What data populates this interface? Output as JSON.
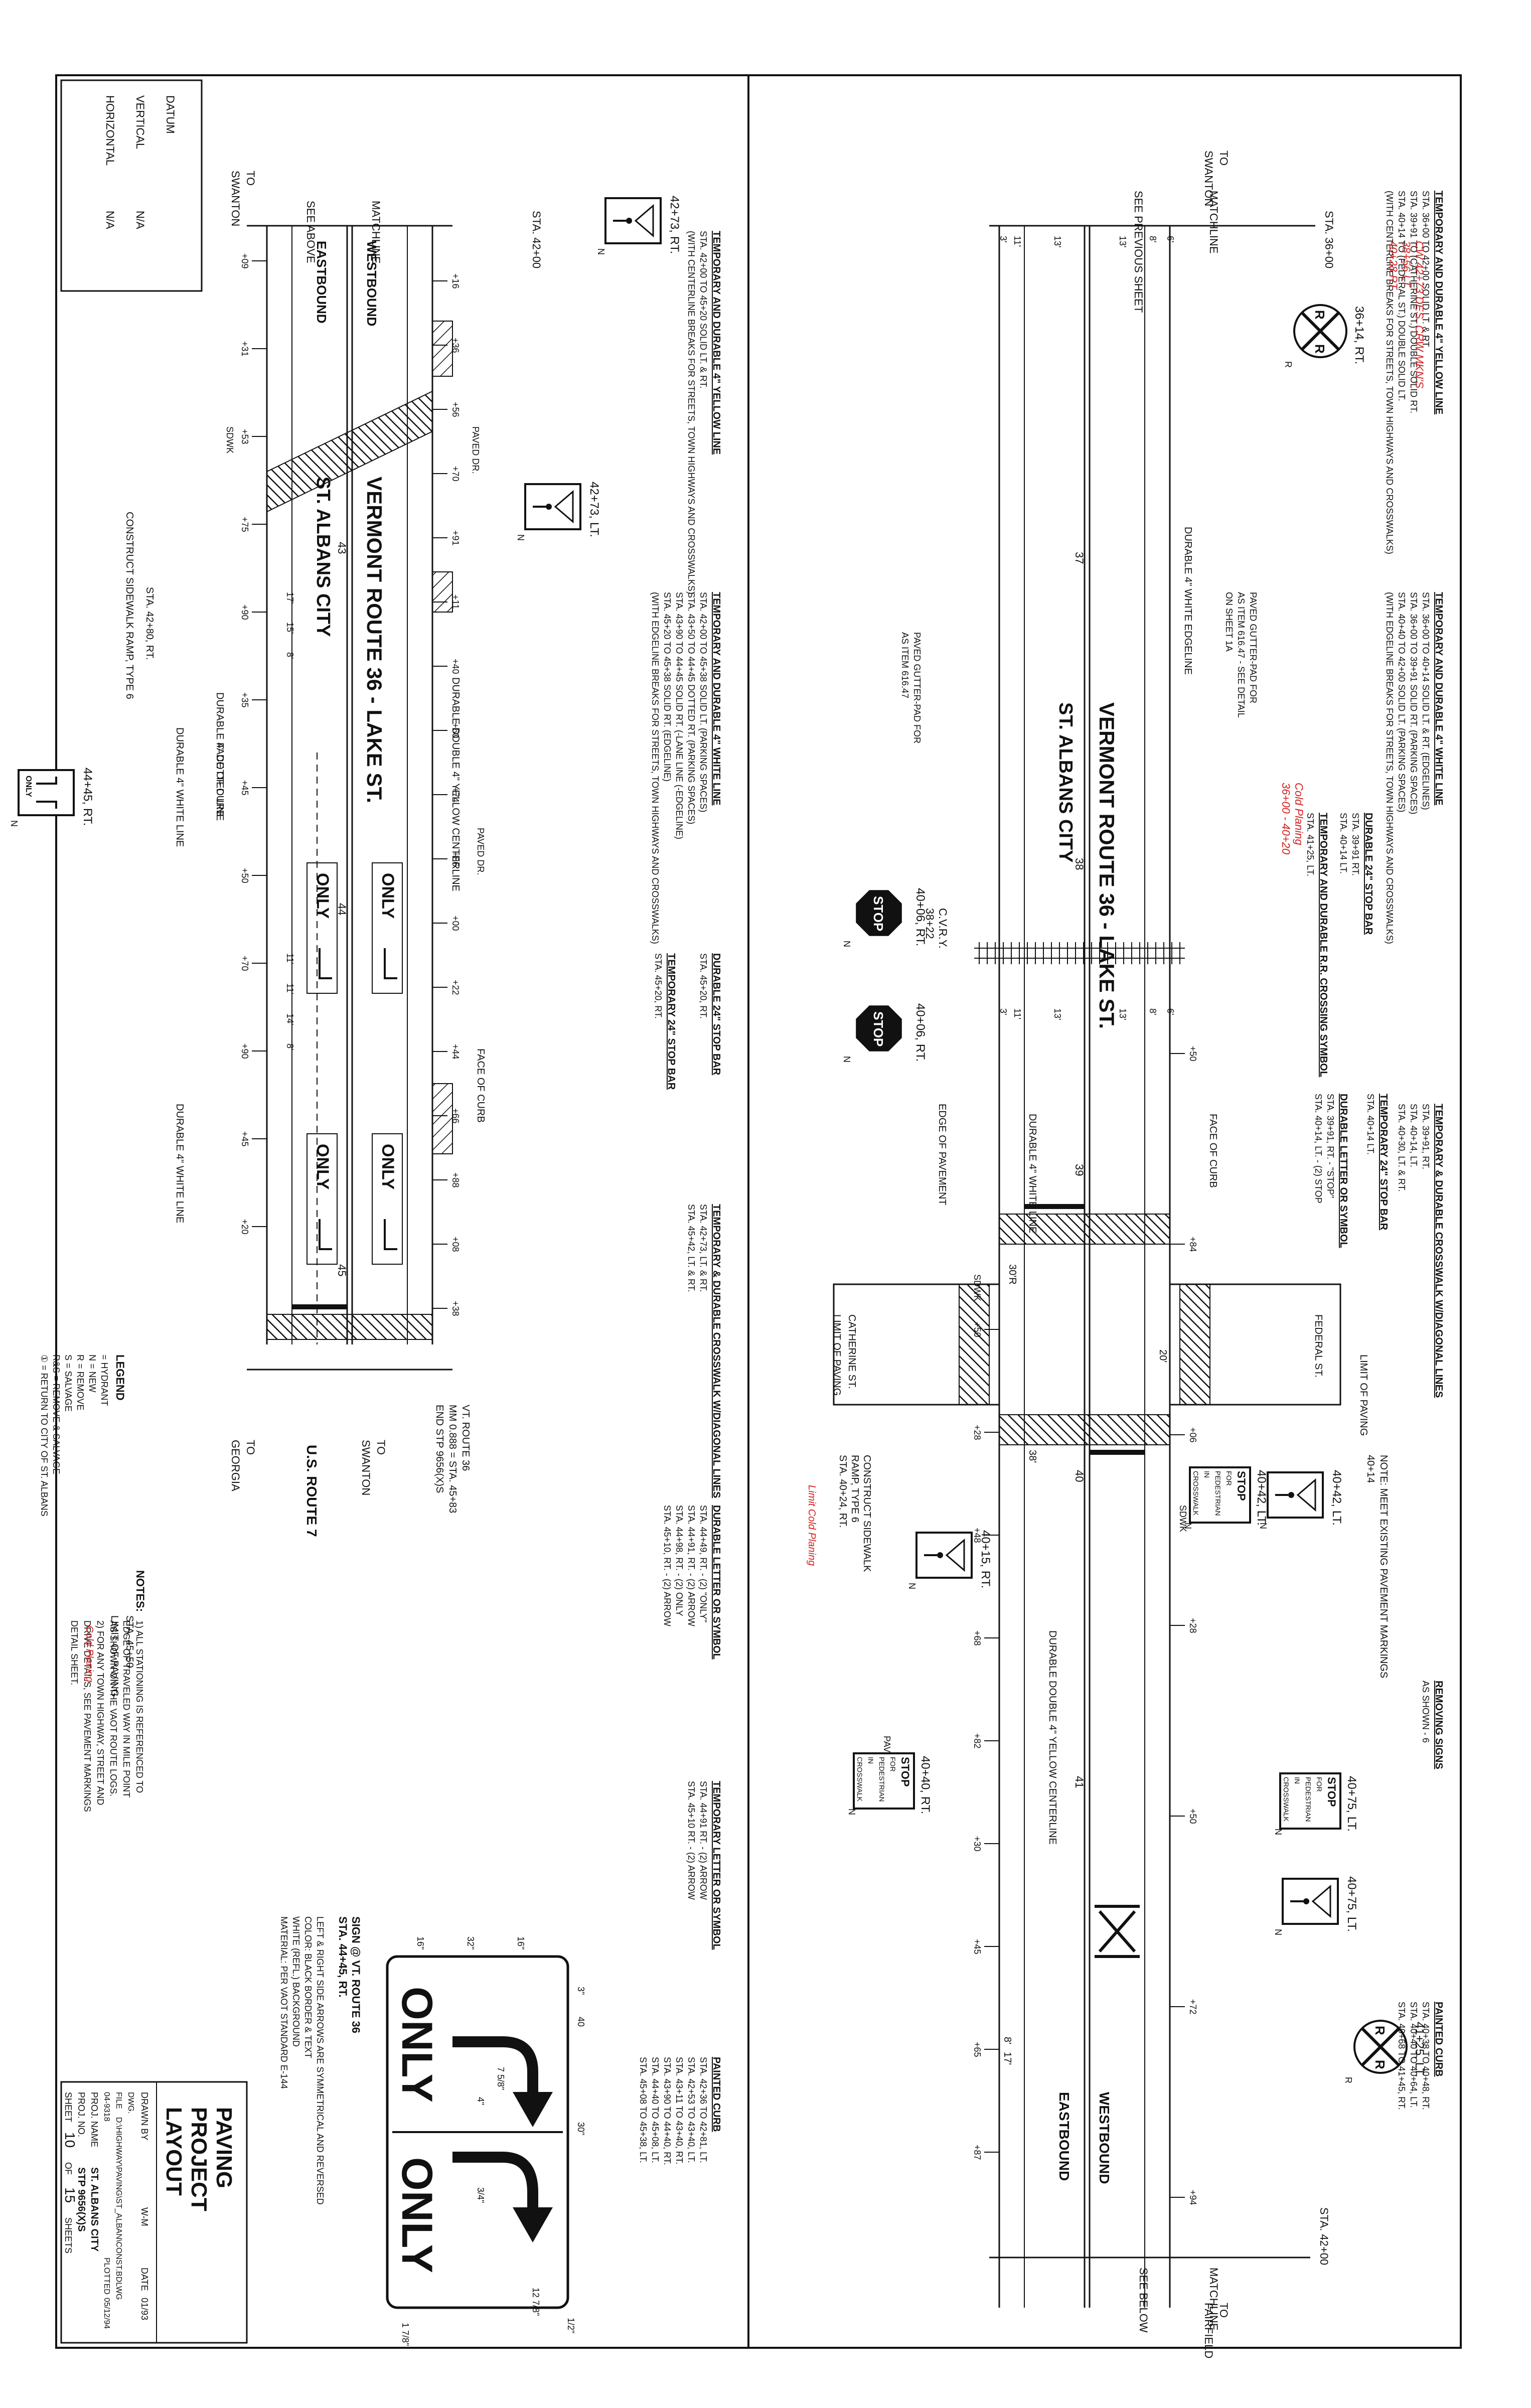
{
  "title_block": {
    "title": [
      "PAVING",
      "PROJECT",
      "LAYOUT"
    ],
    "drawn_by_label": "DRAWN BY",
    "drawn_by_value": "W-M",
    "date_label": "DATE",
    "date_value": "01/93",
    "file_label": "FILE",
    "file_value": "D:\\HIGHWAY\\PAVING\\ST_ALBAN\\CONST.BDLWG",
    "dwg_label": "DWG.",
    "plotted_label": "PLOTTED",
    "plotted_value": "05/12/94",
    "ref_value": "04-9318",
    "proj_name_label": "PROJ. NAME",
    "proj_name_value": "ST. ALBANS CITY",
    "proj_no_label": "PROJ. NO.",
    "proj_no_value": "STP 9656(X)S",
    "sheet_label": "SHEET",
    "sheet_num": "10",
    "of_label": "OF",
    "sheet_total": "15",
    "sheets_label": "SHEETS"
  },
  "datum": {
    "label": "DATUM",
    "vertical_label": "VERTICAL",
    "vertical_value": "N/A",
    "horizontal_label": "HORIZONTAL",
    "horizontal_value": "N/A"
  },
  "legend": {
    "title": "LEGEND",
    "items": [
      "= HYDRANT",
      "N = NEW",
      "R = REMOVE",
      "S = SALVAGE",
      "R&S = REMOVE & SALVAGE",
      "① = RETURN TO CITY OF ST. ALBANS"
    ]
  },
  "notes": {
    "title": "NOTES:",
    "lines": [
      "1) ALL STATIONING IS REFERENCED TO",
      "EDGE OF TRAVELED WAY IN MILE POINT",
      "AS SHOWN ON THE VAOT ROUTE LOGS.",
      "2) FOR ANY TOWN HIGHWAY, STREET AND",
      "DRIVE DETAILS, SEE PAVEMENT MARKINGS",
      "DETAIL SHEET."
    ]
  },
  "top_panel": {
    "road_name": "VERMONT ROUTE 36 - LAKE ST.",
    "city": "ST. ALBANS CITY",
    "westbound": "WESTBOUND",
    "eastbound": "EASTBOUND",
    "to_swanton": [
      "TO",
      "SWANTON"
    ],
    "to_fairfield": [
      "TO",
      "FAIRFIELD"
    ],
    "matchline_left": "MATCHLINE",
    "see_previous": "SEE PREVIOUS SHEET",
    "matchline_right": "MATCHLINE",
    "see_below": "SEE BELOW",
    "sta_start": "STA. 36+00",
    "sta_end": "STA. 42+00",
    "stations": [
      "37",
      "38",
      "39",
      "40",
      "41"
    ],
    "lane_widths": [
      "6'",
      "8'",
      "13'",
      "13'",
      "11'",
      "3'"
    ],
    "offsets_top": [
      "+50",
      "+84",
      "+06",
      "+28",
      "+50",
      "+72",
      "+94"
    ],
    "offsets_bottom": [
      "+50",
      "+28",
      "+48",
      "+68",
      "+82",
      "+30",
      "+45",
      "+65",
      "+87"
    ],
    "labels": {
      "durable_white_edgeline": "DURABLE 4\" WHITE EDGELINE",
      "durable_white_line": "DURABLE 4\" WHITE LINE",
      "durable_yellow_center": "DURABLE DOUBLE 4\" YELLOW CENTERLINE",
      "face_of_curb": "FACE OF CURB",
      "edge_of_pavement": "EDGE OF PAVEMENT",
      "paved_gutter_1": "PAVED GUTTER-PAD FOR",
      "paved_gutter_2": "AS ITEM 616.47 - SEE DETAIL",
      "paved_gutter_3": "ON SHEET 1A",
      "paved_gutter_4": "PAVED GUTTER-PAD FOR",
      "paved_gutter_5": "AS ITEM 616.47",
      "cv_rr": "C.V.R.Y.",
      "cv_rr_sta": "38+22",
      "limit_paving_top": "LIMIT OF PAVING",
      "notes_meet": "NOTE: MEET EXISTING PAVEMENT MARKINGS",
      "notes_meet2": "40+14",
      "federal_st": "FEDERAL ST.",
      "catherine_st": "CATHERINE ST.",
      "limit_paving_cath": "LIMIT OF PAVING",
      "construct_sidewalk": "CONSTRUCT SIDEWALK",
      "construct_sidewalk2": "RAMP, TYPE 6",
      "construct_sidewalk3": "STA. 40+24, RT.",
      "sdwk": "SDWK",
      "paved_dr": "PAVED DR.",
      "dims_20": "20'",
      "dims_38": "38'",
      "dims_30r": "30'R",
      "dims_17": "17'",
      "dims_8": "8'"
    },
    "signs": [
      {
        "sta": "36+14, RT.",
        "type": "RR crossing"
      },
      {
        "sta": "40+06, RT.",
        "type": "STOP"
      },
      {
        "sta": "40+06, RT.",
        "type": "STOP"
      },
      {
        "sta": "40+15, RT.",
        "type": "pedestrian"
      },
      {
        "sta": "40+40, RT.",
        "type": "STOP FOR PEDESTRIAN IN CROSSWALK"
      },
      {
        "sta": "40+42, LT.",
        "type": "pedestrian"
      },
      {
        "sta": "40+42, LT.",
        "type": "STOP FOR PEDESTRIAN IN CROSSWALK"
      },
      {
        "sta": "40+75, LT.",
        "type": "STOP FOR PEDESTRIAN IN CROSSWALK"
      },
      {
        "sta": "40+75, LT.",
        "type": "pedestrian"
      },
      {
        "sta": "41+25, LT.",
        "type": "RR crossing"
      }
    ],
    "sign_text": {
      "stop": "STOP",
      "for": "FOR",
      "pedestrian": "PEDESTRIAN",
      "in": "IN",
      "crosswalk": "CROSSWALK",
      "rr": "R",
      "n": "N",
      "r": "R"
    }
  },
  "bottom_panel": {
    "road_name": "VERMONT ROUTE 36 - LAKE ST.",
    "city": "ST. ALBANS CITY",
    "westbound": "WESTBOUND",
    "eastbound": "EASTBOUND",
    "to_swanton_top": [
      "TO",
      "SWANTON"
    ],
    "to_swanton_bottom": [
      "TO",
      "SWANTON"
    ],
    "to_georgia": [
      "TO",
      "GEORGIA"
    ],
    "us_route": "U.S. ROUTE 7",
    "matchline": "MATCHLINE",
    "see_above": "SEE ABOVE",
    "sta_start": "STA. 42+00",
    "stations": [
      "43",
      "44",
      "45"
    ],
    "offsets_top": [
      "+16",
      "+36",
      "+56",
      "+70",
      "+91",
      "+11",
      "+40",
      "+60",
      "+74",
      "+86",
      "+00",
      "+22",
      "+44",
      "+66",
      "+88",
      "+08",
      "+38"
    ],
    "offsets_bottom": [
      "+09",
      "+31",
      "+53",
      "+75",
      "+90",
      "+35",
      "+45",
      "+50",
      "+70",
      "+90",
      "+45",
      "+20"
    ],
    "lane_widths": [
      "17'",
      "15'",
      "8'",
      "11'",
      "11'",
      "14'",
      "8'"
    ],
    "labels": {
      "durable_yellow": "DURABLE DOUBLE 4\" YELLOW CENTERLINE",
      "dotted_line": "DURABLE 4\" DOTTED LINE",
      "white_line": "DURABLE 4\" WHITE LINE",
      "white_line2": "DURABLE 4\" WHITE LINE",
      "face_of_curb": "FACE OF CURB",
      "face_of_curb2": "FACE OF CURB",
      "paved_dr": "PAVED DR.",
      "paved_dr2": "PAVED DR.",
      "sdwk": "SDWK",
      "construct_sidewalk": "CONSTRUCT SIDEWALK RAMP, TYPE 6",
      "construct_sidewalk_sta": "STA. 42+80, RT.",
      "vt_route": "VT. ROUTE 36",
      "mm": "MM 0.888 = STA. 45+83",
      "end_stp": "END STP 9656(X)S",
      "limit_paving": "LIMIT OF PAVING",
      "limit_paving_sta": "STA. 45+50",
      "only": "ONLY"
    },
    "signs": [
      {
        "sta": "42+73, LT.",
        "type": "pedestrian"
      },
      {
        "sta": "42+73, RT.",
        "type": "pedestrian"
      },
      {
        "sta": "44+45, RT.",
        "type": "ONLY lane arrows"
      }
    ]
  },
  "spec_blocks": {
    "yellow_line": {
      "title": "TEMPORARY AND DURABLE 4\" YELLOW LINE",
      "rows": [
        "STA. 36+00 TO 42+00 SOLID LT. & RT.",
        "STA. 39+91 TO (CATHERINE ST.) DOUBLE SOLID RT.",
        "STA. 40+14 TO (FEDERAL ST.) DOUBLE SOLID LT.",
        "(WITH CENTERLINE BREAKS FOR STREETS, TOWN HIGHWAYS AND CROSSWALKS)"
      ]
    },
    "white_line": {
      "title": "TEMPORARY AND DURABLE 4\" WHITE LINE",
      "rows": [
        "STA. 36+00 TO 40+14 SOLID LT. & RT. (EDGELINES)",
        "STA. 36+00 TO 39+91 SOLID RT. (PARKING SPACES)",
        "STA. 40+40 TO 42+00 SOLID LT. (PARKING SPACES)",
        "(WITH EDGELINE BREAKS FOR STREETS, TOWN HIGHWAYS AND CROSSWALKS)"
      ]
    },
    "stop_bar": {
      "title": "DURABLE 24\" STOP BAR",
      "rows": [
        "STA. 39+91 RT.",
        "STA. 40+14 LT."
      ]
    },
    "temp_stop_bar": {
      "title": "TEMPORARY 24\" STOP BAR",
      "rows": [
        "STA. 40+14 LT."
      ]
    },
    "rr_symbol": {
      "title": "TEMPORARY AND DURABLE R.R. CROSSING SYMBOL",
      "rows": [
        "STA. 41+25, LT."
      ]
    },
    "letter_symbol": {
      "title": "DURABLE LETTER OR SYMBOL",
      "rows": [
        "STA. 39+91, RT. - \"STOP\"",
        "STA. 40+14, LT. - (2) STOP"
      ]
    },
    "crosswalk": {
      "title": "TEMPORARY & DURABLE CROSSWALK W/DIAGONAL LINES",
      "rows": [
        "STA. 39+91, RT.",
        "STA. 40+14, LT.",
        "STA. 40+30, LT. & RT."
      ]
    },
    "removing_signs": {
      "title": "REMOVING SIGNS",
      "rows": [
        "AS SHOWN - 6"
      ]
    },
    "painted_curb_top": {
      "title": "PAINTED CURB",
      "rows": [
        "STA. 40+38 TO 40+48, RT.",
        "STA. 40+40 TO 40+64, LT.",
        "STA. 40+68 TO 41+45, RT."
      ]
    },
    "white_line_bottom": {
      "title": "TEMPORARY AND DURABLE 4\" WHITE LINE",
      "rows": [
        "STA. 42+00 TO 45+38 SOLID LT. (PARKING SPACES)",
        "STA. 43+50 TO 44+45 DOTTED RT. (PARKING SPACES)",
        "STA. 43+90 TO 44+45 SOLID RT. (-LANE LINE (-EDGELINE)",
        "STA. 45+20 TO 45+38 SOLID RT. (EDGELINE)",
        "(WITH EDGELINE BREAKS FOR STREETS, TOWN HIGHWAYS AND CROSSWALKS)"
      ]
    },
    "yellow_line_bottom": {
      "title": "TEMPORARY AND DURABLE 4\" YELLOW LINE",
      "rows": [
        "STA. 42+00 TO 45+20 SOLID LT. & RT.",
        "(WITH CENTERLINE BREAKS FOR STREETS, TOWN HIGHWAYS AND CROSSWALKS)"
      ]
    },
    "stop_bar_bottom": {
      "title": "DURABLE 24\" STOP BAR",
      "rows": [
        "STA. 45+20, RT."
      ]
    },
    "temp_stop_bar_bottom": {
      "title": "TEMPORARY 24\" STOP BAR",
      "rows": [
        "STA. 45+20, RT."
      ]
    },
    "crosswalk_bottom": {
      "title": "TEMPORARY & DURABLE CROSSWALK W/DIAGONAL LINES",
      "rows": [
        "STA. 42+73, LT. & RT.",
        "STA. 45+42, LT. & RT."
      ]
    },
    "letter_symbol_bottom": {
      "title": "DURABLE LETTER OR SYMBOL",
      "rows": [
        "STA. 44+49, RT. - (2) \"ONLY\"",
        "STA. 44+91, RT. - (2) ARROW",
        "STA. 44+98, RT. - (2) ONLY",
        "STA. 45+10, RT. - (2) ARROW"
      ]
    },
    "temp_letter_symbol": {
      "title": "TEMPORARY LETTER OR SYMBOL",
      "rows": [
        "STA. 44+91 RT. - (2) ARROW",
        "STA. 45+10 RT. - (2) ARROW"
      ]
    },
    "painted_curb_bottom": {
      "title": "PAINTED CURB",
      "rows": [
        "STA. 42+36 TO 42+81, LT.",
        "STA. 42+53 TO 43+40, LT.",
        "STA. 43+11 TO 43+40, RT.",
        "STA. 43+90 TO 44+40, RT.",
        "STA. 44+40 TO 45+08, LT.",
        "STA. 45+08 TO 45+38, LT."
      ]
    }
  },
  "sign_detail": {
    "title": "SIGN @ VT. ROUTE 36",
    "sta": "STA. 44+45, RT.",
    "only1": "ONLY",
    "only2": "ONLY",
    "dims": [
      "30\"",
      "16\"",
      "32\"",
      "16\"",
      "40",
      "3\"",
      "1/2\"",
      "12 7/8\"",
      "7 5/8\"",
      "1 7/8\"",
      "4\"",
      "3/4\""
    ],
    "note1": "LEFT & RIGHT SIDE ARROWS ARE SYMMETRICAL AND REVERSED",
    "note2": "COLOR: BLACK BORDER & TEXT",
    "note3": "WHITE (REFL.) BACKGROUND",
    "note4": "MATERIAL: PER VAOT STANDARD E-144"
  },
  "handwritten": {
    "top_note": "CW 42+73 DES. CRW MKN'S",
    "top_note2": "38+56 LT",
    "top_note3": "40+28 RT",
    "cold_planing": "Cold Planing",
    "cold_planing2": "36+00 - 40+20",
    "limit_cold": "Limit Cold Planing",
    "limit_cold2": "Cold Planing"
  },
  "colors": {
    "line": "#111111",
    "red_ink": "#d42020",
    "paper": "#ffffff"
  }
}
